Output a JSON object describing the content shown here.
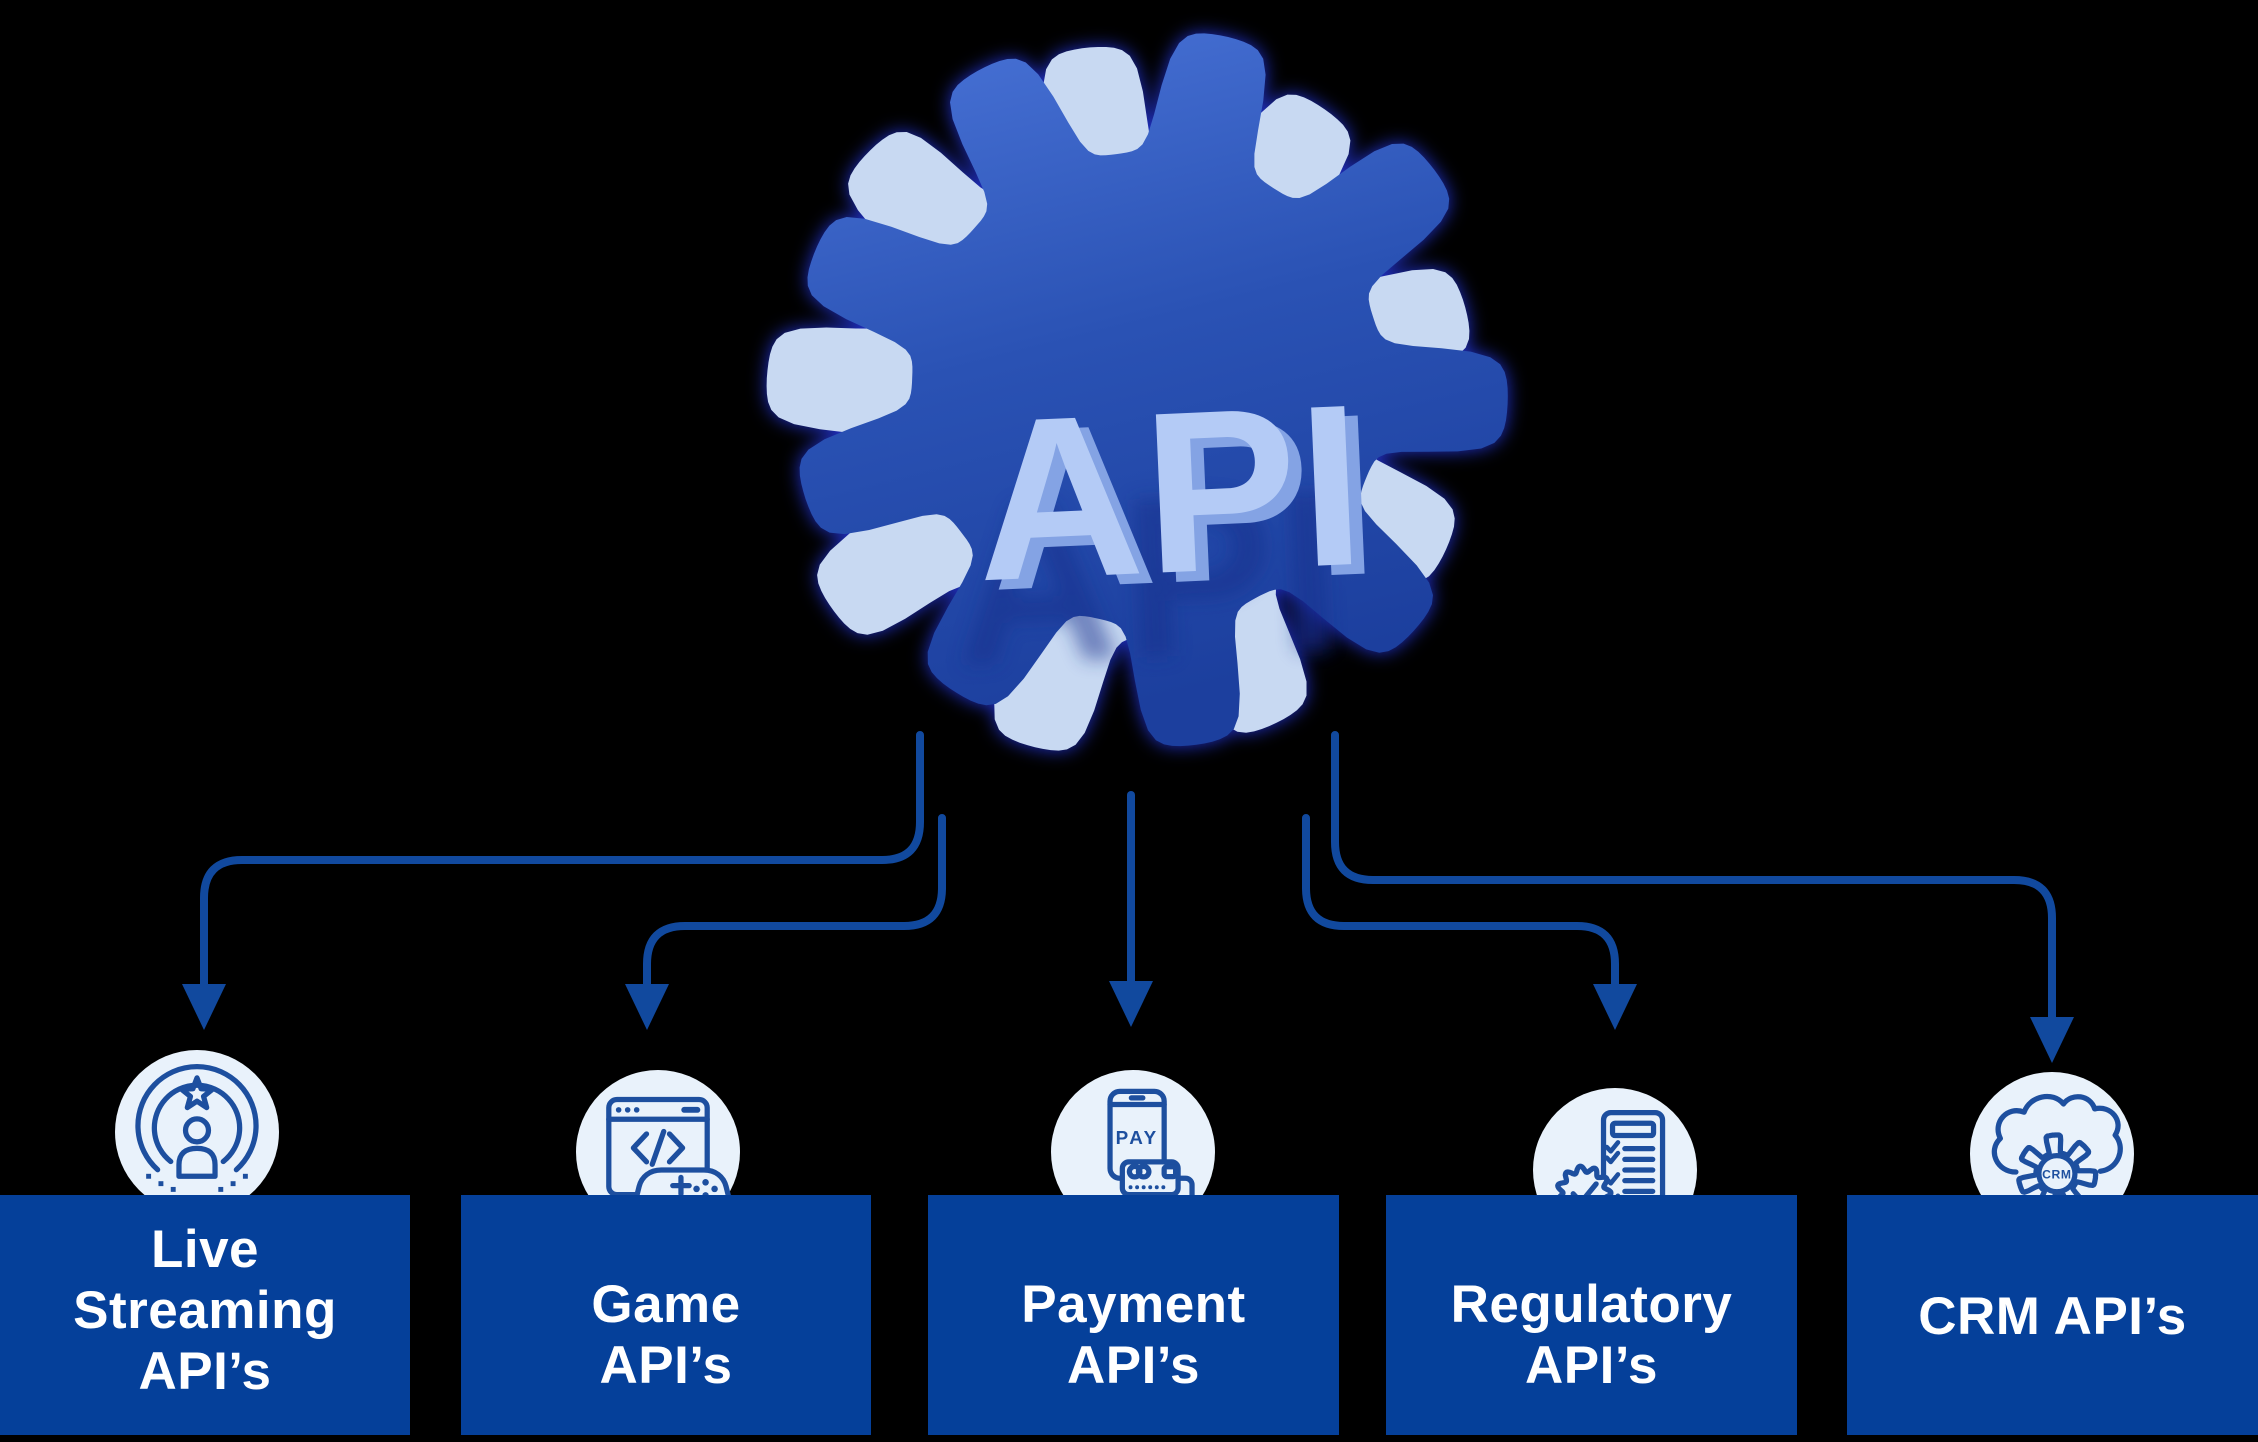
{
  "hub": {
    "label": "API"
  },
  "nodes": [
    {
      "id": "live-streaming",
      "icon": "live-streaming-broadcast-icon",
      "lines": [
        "Live",
        "Streaming",
        "API’s"
      ]
    },
    {
      "id": "game",
      "icon": "game-controller-code-icon",
      "lines": [
        "Game",
        "API’s"
      ]
    },
    {
      "id": "payment",
      "icon": "mobile-payment-card-icon",
      "lines": [
        "Payment",
        "API’s"
      ],
      "icon_label": "PAY"
    },
    {
      "id": "regulatory",
      "icon": "checklist-badge-icon",
      "lines": [
        "Regulatory",
        "API’s"
      ]
    },
    {
      "id": "crm",
      "icon": "cloud-gear-crm-icon",
      "lines": [
        "CRM API’s"
      ],
      "icon_label": "CRM"
    }
  ],
  "colors": {
    "background": "#000000",
    "box-blue": "#05409a",
    "arrow-blue": "#11499e",
    "circle-fill": "#e9f2fb",
    "icon-stroke": "#1d4f9f",
    "gear-back": "#c8d9f2",
    "gear-face-mid": "#2a52b4",
    "api-face": "#b4cbf6"
  }
}
